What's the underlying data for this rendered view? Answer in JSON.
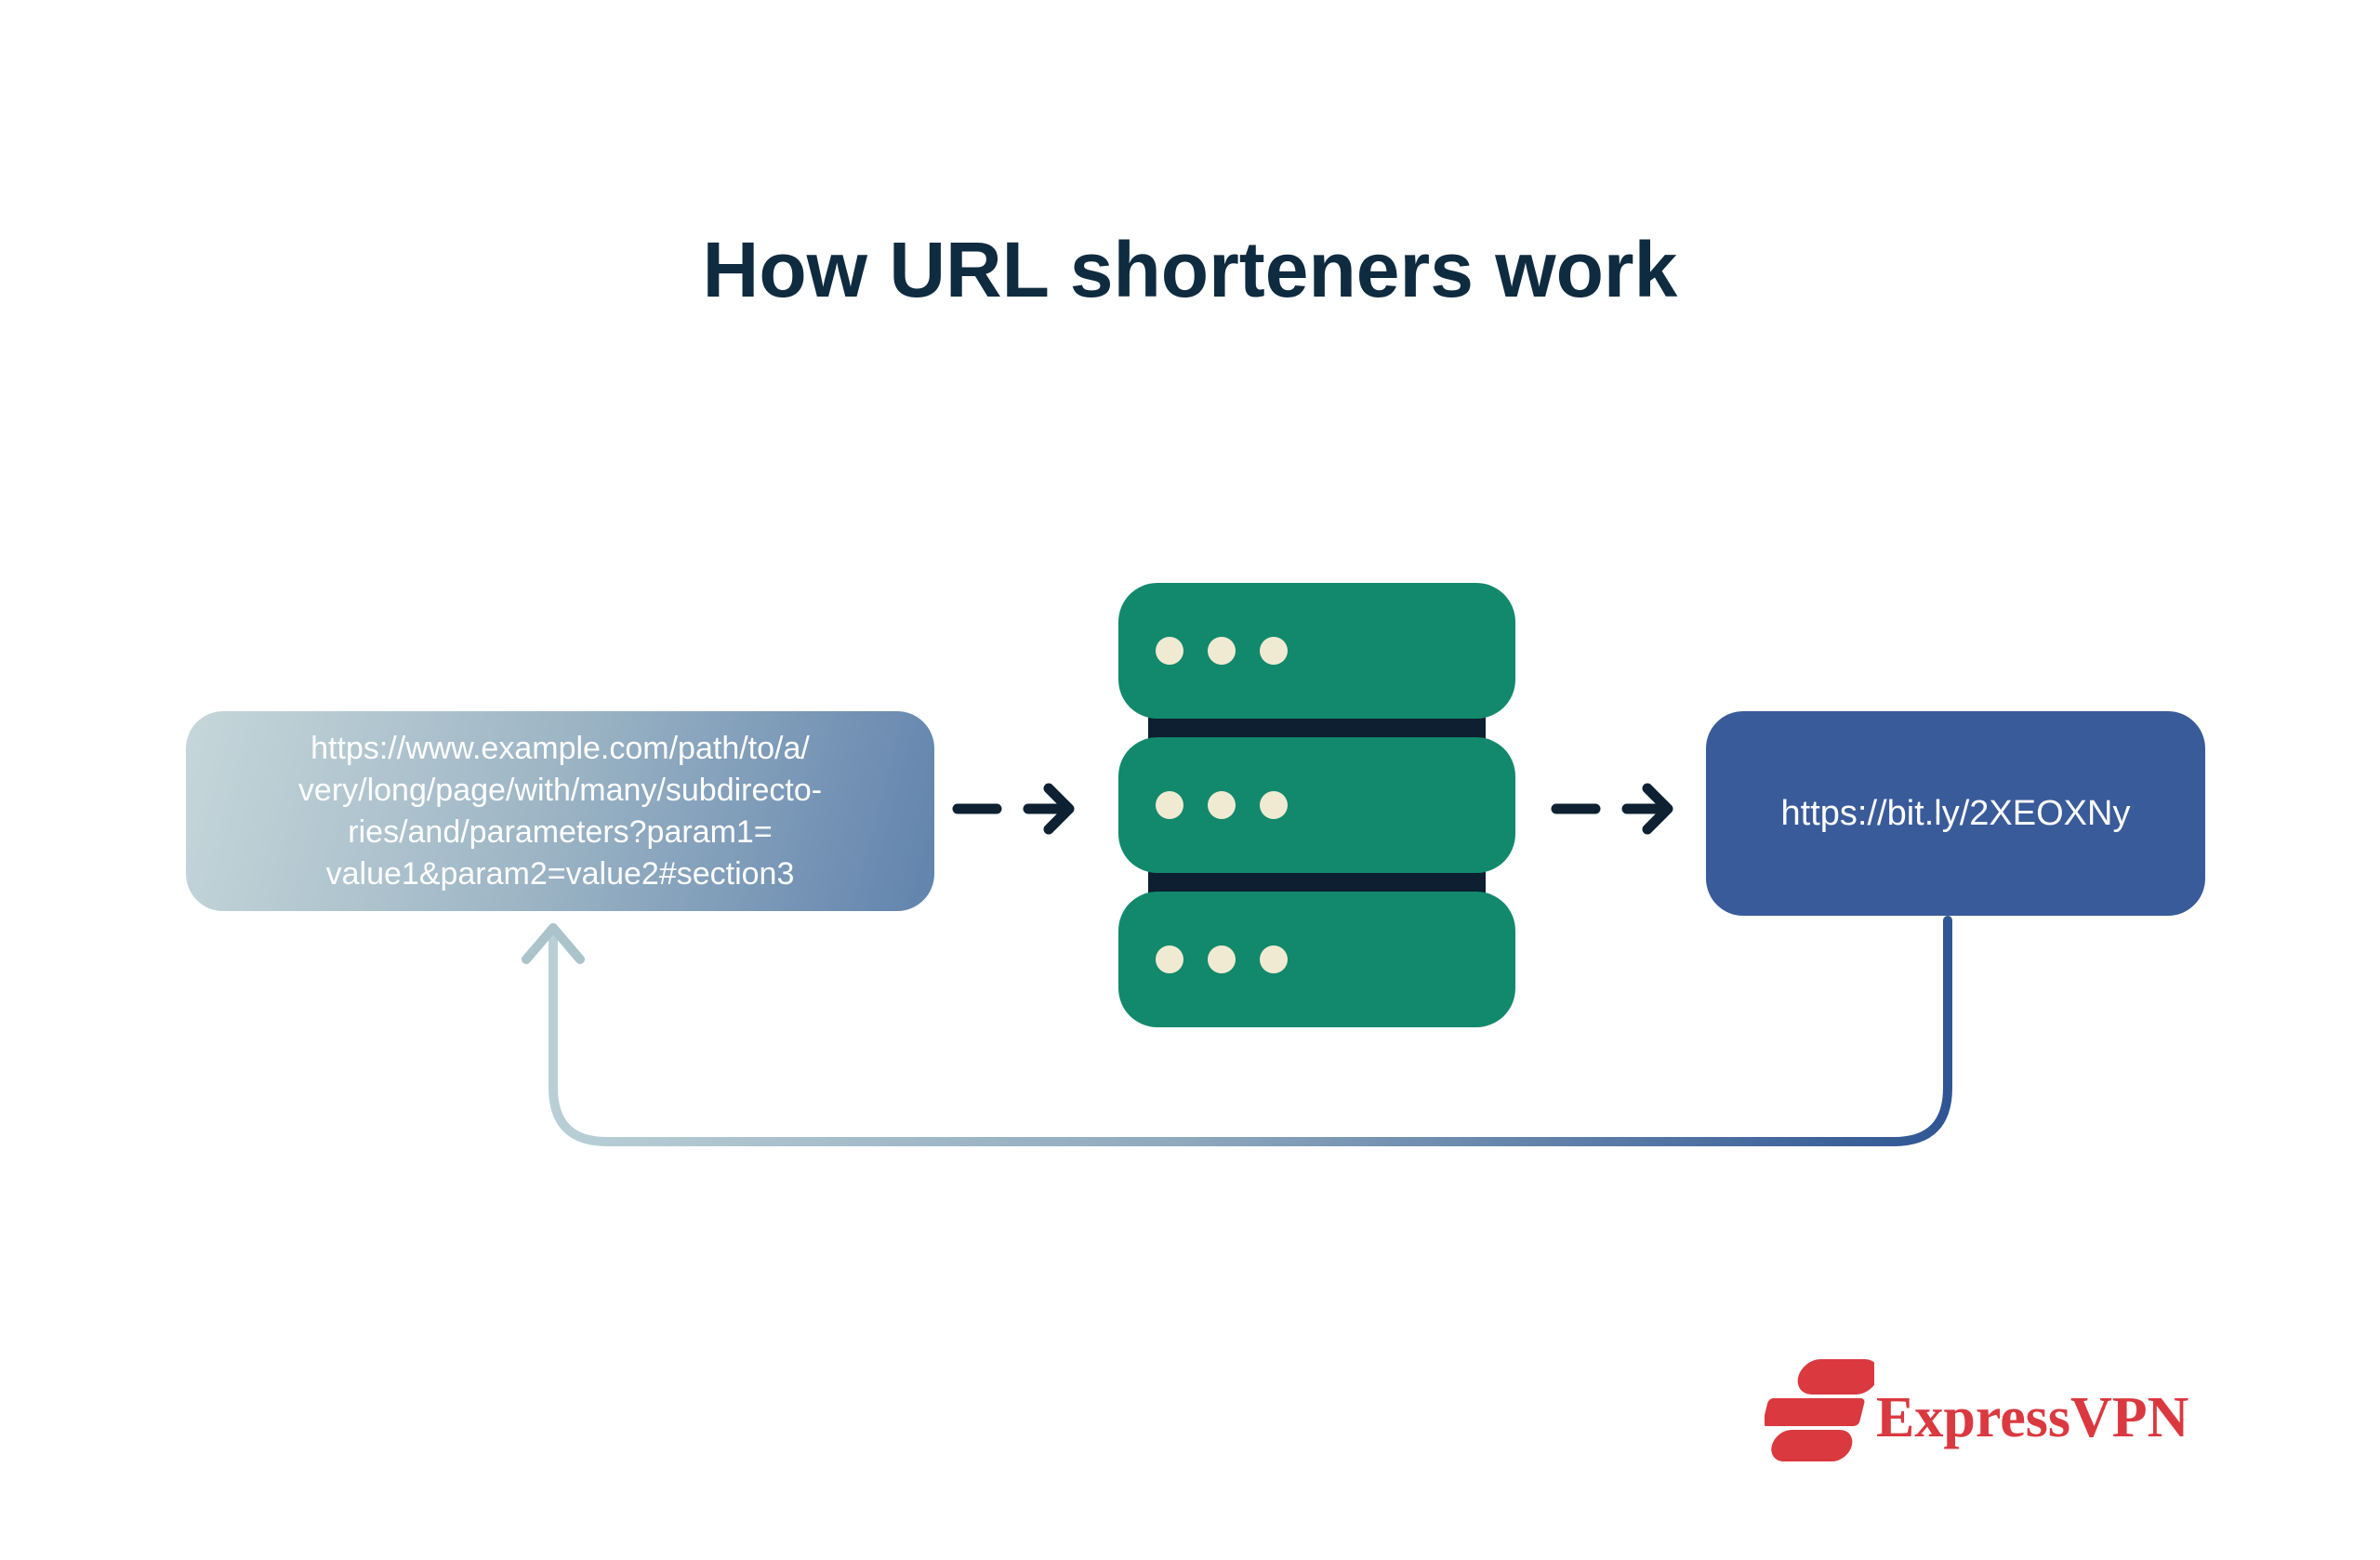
{
  "title": "How URL shorteners work",
  "long_url_box": {
    "lines": [
      "https://www.example.com/path/to/a/",
      "very/long/page/with/many/subdirecto-",
      "ries/and/parameters?param1=",
      "value1&param2=value2#section3"
    ],
    "full_url": "https://www.example.com/path/to/a/very/long/page/with/many/subdirectories/and/parameters?param1=value1&param2=value2#section3"
  },
  "short_url_box": {
    "text": "https://bit.ly/2XEOXNy"
  },
  "server": {
    "icon": "server-stack-icon",
    "segments": 3,
    "dots_per_segment": 3
  },
  "flow": {
    "forward_arrows": 2,
    "return_arrow": "short-url-back-to-long-url"
  },
  "brand": {
    "name": "ExpressVPN",
    "logo_icon": "expressvpn-logo-icon"
  },
  "colors": {
    "background": "#ffffff",
    "title_text": "#0f2b3f",
    "long_box_gradient_start": "#c6d7da",
    "long_box_gradient_end": "#6183ad",
    "box_text": "#ffffff",
    "short_box": "#3a5b99",
    "server_green": "#12896c",
    "server_dot": "#f1ead3",
    "server_slot": "#0d1f30",
    "arrow": "#0e2132",
    "return_line_start": "#b9cfd6",
    "return_line_end": "#2f5694",
    "return_arrowhead": "#abc3cb",
    "brand_red": "#da3940"
  }
}
